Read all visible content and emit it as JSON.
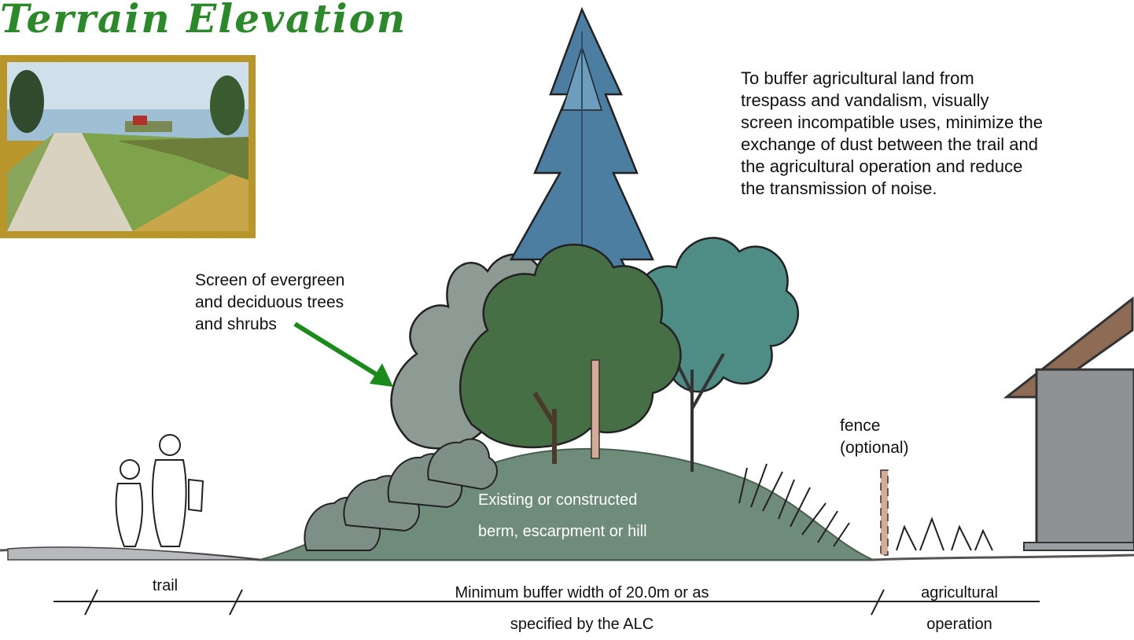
{
  "title": "Terrain Elevation",
  "description": "To buffer agricultural land from trespass and vandalism, visually screen incompatible uses, minimize the exchange of dust between the trail and the agricultural operation and reduce the transmission of noise.",
  "description_lines": [
    "To buffer agricultural land from",
    "trespass and vandalism, visually",
    "screen incompatible uses, minimize the",
    "exchange of dust between the trail and",
    "the agricultural operation and reduce",
    "the transmission of noise."
  ],
  "labels": {
    "screen_lines": [
      "Screen of evergreen",
      "and deciduous trees",
      "and shrubs"
    ],
    "fence_lines": [
      "fence",
      "(optional)"
    ],
    "berm_lines": [
      "Existing or constructed",
      "berm, escarpment or hill"
    ],
    "trail": "trail",
    "buffer_lines": [
      "Minimum buffer width of 20.0m or as",
      "specified by the ALC"
    ],
    "agricultural_lines": [
      "agricultural",
      "operation"
    ]
  },
  "colors": {
    "title": "#2a8a2a",
    "arrow": "#1a8a1a",
    "berm": "#6f8c7a",
    "photo_frame": "#b8962a"
  }
}
